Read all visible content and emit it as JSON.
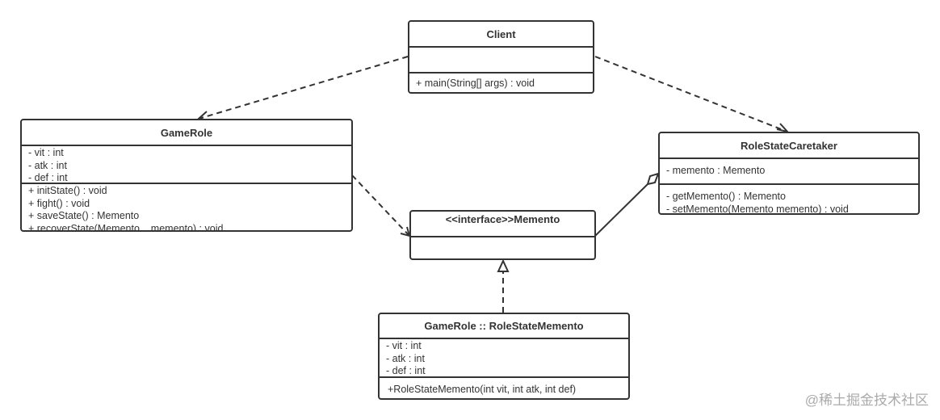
{
  "classes": {
    "client": {
      "name": "Client",
      "attributes": [],
      "operations": [
        "+ main(String[] args) : void"
      ]
    },
    "game_role": {
      "name": "GameRole",
      "attributes": [
        "- vit : int",
        "- atk : int",
        "- def : int"
      ],
      "operations": [
        "+ initState() : void",
        "+ fight() : void",
        "+ saveState() : Memento",
        "+ recoverState(Memento    memento) : void"
      ]
    },
    "memento": {
      "name": "<<interface>>Memento"
    },
    "caretaker": {
      "name": "RoleStateCaretaker",
      "attributes": [
        "- memento : Memento"
      ],
      "operations": [
        "- getMemento() : Memento",
        "- setMemento(Memento memento) : void"
      ]
    },
    "role_state_memento": {
      "name": "GameRole :: RoleStateMemento",
      "attributes": [
        "- vit : int",
        "- atk : int",
        "- def : int"
      ],
      "operations": [
        "+RoleStateMemento(int vit, int atk, int def)"
      ]
    }
  },
  "relations": [
    {
      "from": "Client",
      "to": "GameRole",
      "type": "dependency"
    },
    {
      "from": "Client",
      "to": "RoleStateCaretaker",
      "type": "dependency"
    },
    {
      "from": "GameRole",
      "to": "Memento",
      "type": "dependency"
    },
    {
      "from": "RoleStateCaretaker",
      "to": "Memento",
      "type": "aggregation"
    },
    {
      "from": "GameRole :: RoleStateMemento",
      "to": "Memento",
      "type": "realization"
    }
  ],
  "watermark": "@稀土掘金技术社区"
}
